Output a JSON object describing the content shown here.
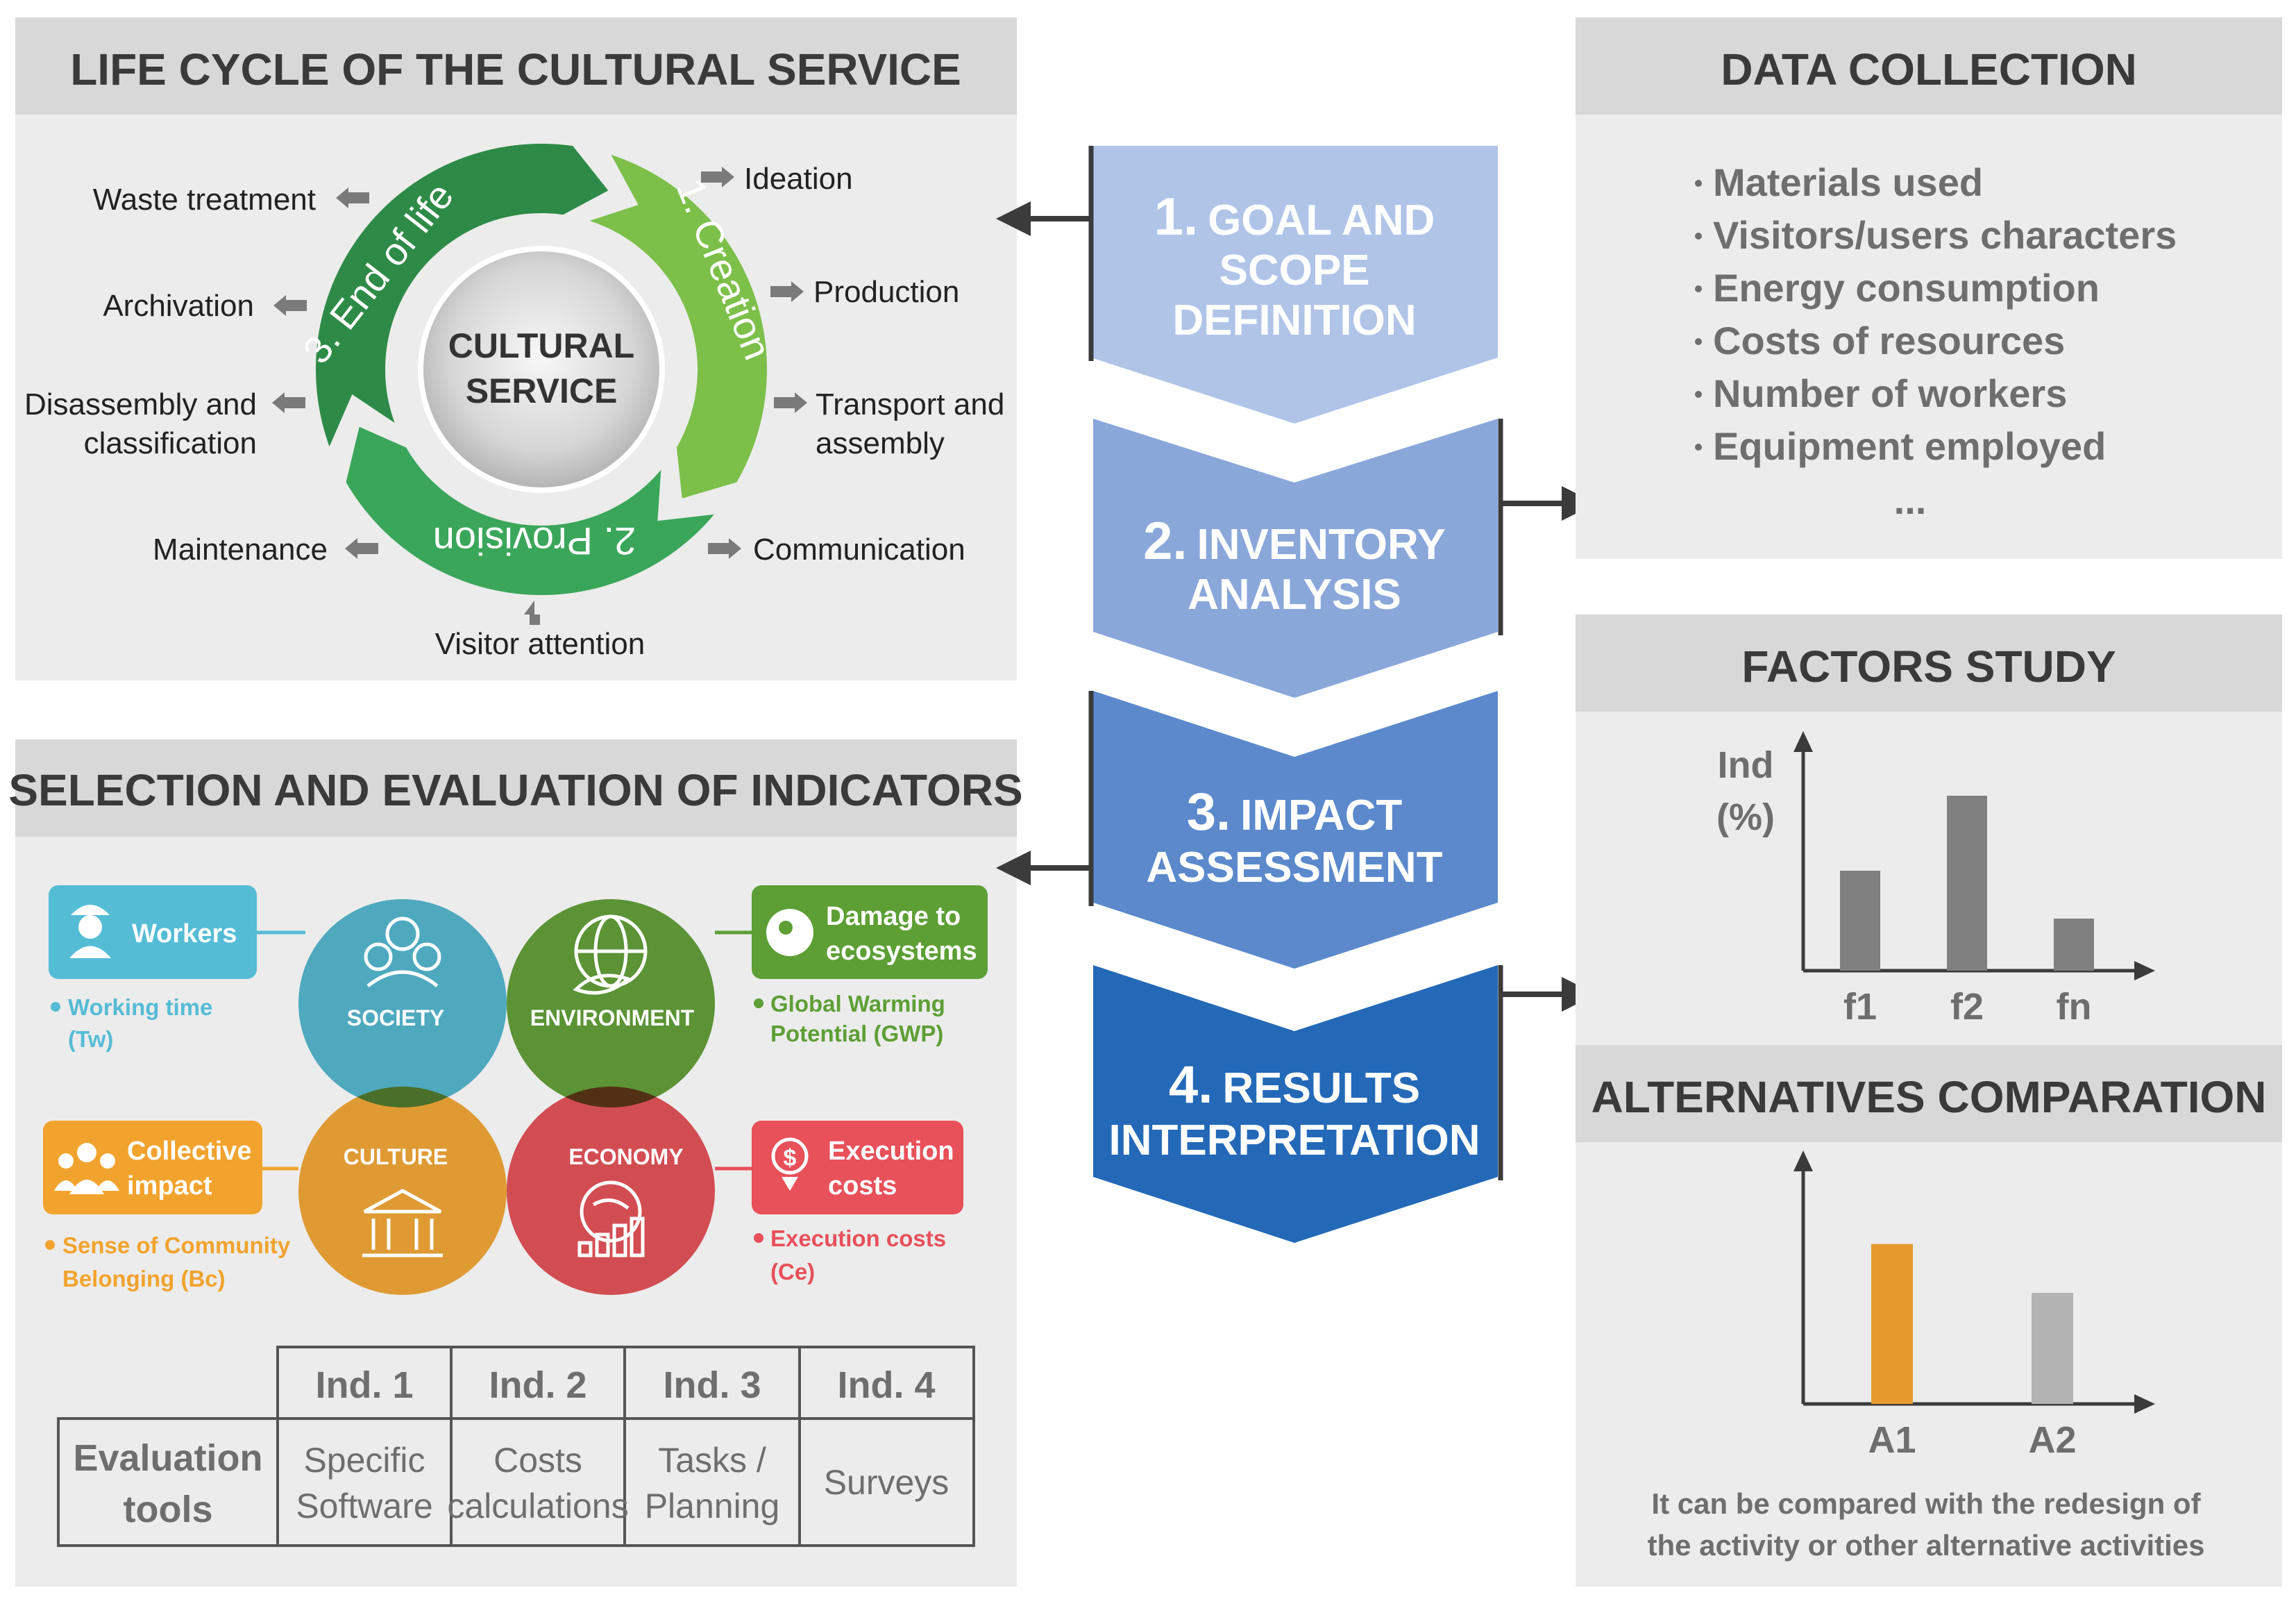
{
  "lifecycle": {
    "title": "LIFE CYCLE OF THE CULTURAL SERVICE",
    "center": [
      "CULTURAL",
      "SERVICE"
    ],
    "stages": {
      "creation": "1. Creation",
      "provision": "2. Provision",
      "end_of_life": "3. End of life"
    },
    "labels": {
      "ideation": "Ideation",
      "production": "Production",
      "transport": [
        "Transport and",
        "assembly"
      ],
      "communication": "Communication",
      "visitor_attention": "Visitor attention",
      "maintenance": "Maintenance",
      "disassembly": [
        "Disassembly and",
        "classification"
      ],
      "archivation": "Archivation",
      "waste_treatment": "Waste treatment"
    },
    "colors": {
      "creation": "#7cc04a",
      "provision": "#3aa65a",
      "end_of_life": "#2e8b47"
    }
  },
  "indicators": {
    "title": "SELECTION AND EVALUATION OF INDICATORS",
    "circles": {
      "society": {
        "label": "SOCIETY",
        "color": "#4bb3cc"
      },
      "environment": {
        "label": "ENVIRONMENT",
        "color": "#5a9a2e"
      },
      "culture": {
        "label": "CULTURE",
        "color": "#f0a12c"
      },
      "economy": {
        "label": "ECONOMY",
        "color": "#e24a4f"
      }
    },
    "boxes": {
      "workers": {
        "label": "Workers",
        "color": "#55bcd6"
      },
      "damage": {
        "label": [
          "Damage to",
          "ecosystems"
        ],
        "color": "#5d9f35"
      },
      "collective": {
        "label": [
          "Collective",
          "impact"
        ],
        "color": "#f2a32e"
      },
      "execution": {
        "label": [
          "Execution",
          "costs"
        ],
        "color": "#e8505a"
      }
    },
    "indicator_notes": {
      "working_time": [
        "Working time",
        "(Tw)"
      ],
      "gwp": [
        "Global Warming",
        "Potential (GWP)"
      ],
      "sense": [
        "Sense of Community",
        "Belonging (Bc)"
      ],
      "execution_costs": [
        "Execution costs",
        "(Ce)"
      ]
    },
    "table": {
      "headers": [
        "Ind. 1",
        "Ind. 2",
        "Ind. 3",
        "Ind. 4"
      ],
      "row_header": [
        "Evaluation",
        "tools"
      ],
      "cells": [
        [
          "Specific",
          "Software"
        ],
        [
          "Costs",
          "calculations"
        ],
        [
          "Tasks /",
          "Planning"
        ],
        [
          "Surveys"
        ]
      ]
    }
  },
  "steps": [
    {
      "num": "1.",
      "lines": [
        "GOAL AND",
        "SCOPE",
        "DEFINITION"
      ],
      "color": "#b0c4e8"
    },
    {
      "num": "2.",
      "lines": [
        "INVENTORY",
        "ANALYSIS"
      ],
      "color": "#8aa7da"
    },
    {
      "num": "3.",
      "lines": [
        "IMPACT",
        "ASSESSMENT"
      ],
      "color": "#5b89cc"
    },
    {
      "num": "4.",
      "lines": [
        "RESULTS",
        "INTERPRETATION"
      ],
      "color": "#2469b8"
    }
  ],
  "data_collection": {
    "title": "DATA COLLECTION",
    "items": [
      "Materials used",
      "Visitors/users characters",
      "Energy consumption",
      "Costs of resources",
      "Number of workers",
      "Equipment employed"
    ],
    "ellipsis": "..."
  },
  "factors": {
    "title": "FACTORS STUDY",
    "chart_data": {
      "type": "bar",
      "ylabel": "Ind (%)",
      "ylabel_lines": [
        "Ind",
        "(%)"
      ],
      "categories": [
        "f1",
        "f2",
        "fn"
      ],
      "values": [
        48,
        84,
        25
      ],
      "ylim": [
        0,
        100
      ],
      "bar_color": "#808080"
    }
  },
  "alternatives": {
    "title": "ALTERNATIVES COMPARATION",
    "chart_data": {
      "type": "bar",
      "categories": [
        "A1",
        "A2"
      ],
      "values": [
        72,
        50
      ],
      "ylim": [
        0,
        100
      ],
      "colors": [
        "#e69a2e",
        "#b3b3b3"
      ]
    },
    "note": [
      "It can be compared with the redesign of",
      "the activity or other alternative activities"
    ]
  }
}
